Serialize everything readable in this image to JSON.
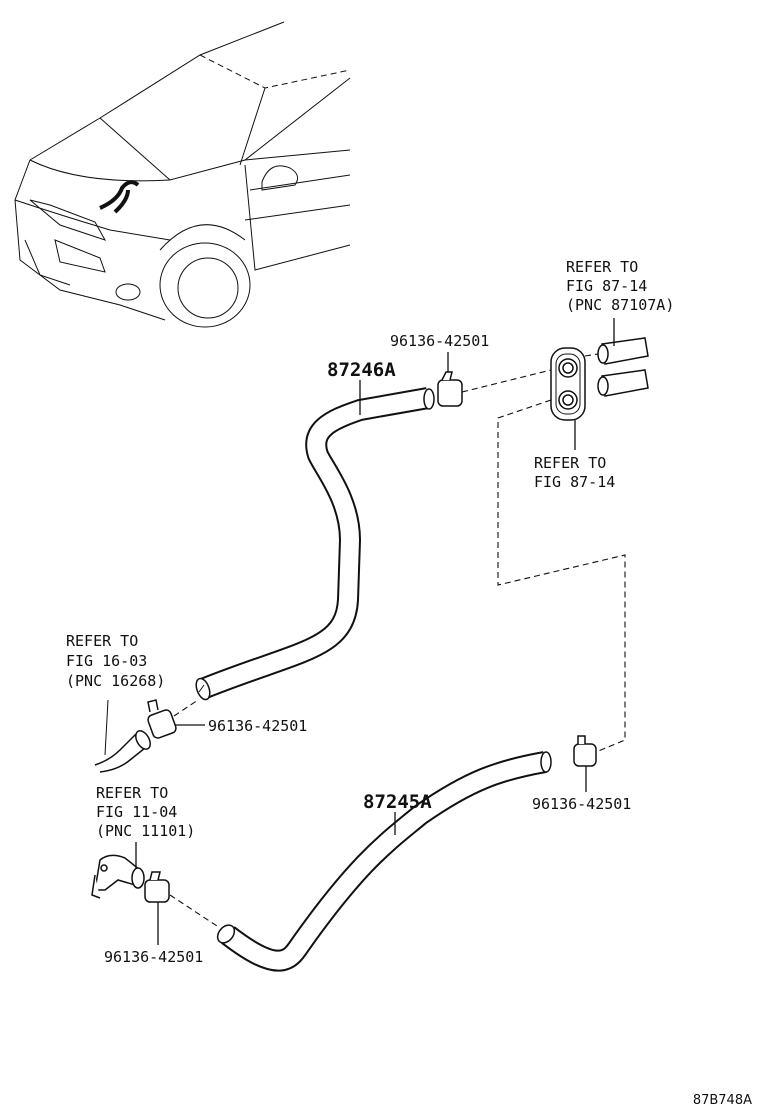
{
  "part_numbers": {
    "hose_upper": "87246A",
    "hose_lower": "87245A"
  },
  "clamps": {
    "upper": "96136-42501",
    "middle_left": "96136-42501",
    "middle_right": "96136-42501",
    "lower": "96136-42501"
  },
  "references": {
    "heater_valve": {
      "line1": "REFER TO",
      "line2": "FIG 87-14",
      "line3": "(PNC 87107A)"
    },
    "grommet": {
      "line1": "REFER TO",
      "line2": "FIG 87-14"
    },
    "water_outlet": {
      "line1": "REFER TO",
      "line2": "FIG 16-03",
      "line3": "(PNC 16268)"
    },
    "engine": {
      "line1": "REFER TO",
      "line2": "FIG 11-04",
      "line3": "(PNC 11101)"
    }
  },
  "figure_code": "87B748A"
}
